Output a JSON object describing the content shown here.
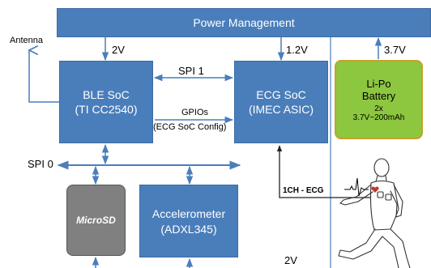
{
  "power": {
    "label": "Power Management"
  },
  "antenna": {
    "label": "Antenna"
  },
  "ble": {
    "line1": "BLE SoC",
    "line2": "(TI CC2540)"
  },
  "ecg": {
    "line1": "ECG SoC",
    "line2": "(IMEC ASIC)"
  },
  "battery": {
    "line1": "Li-Po",
    "line2": "Battery",
    "line3": "2x",
    "line4": "3.7V~200mAh"
  },
  "microsd": {
    "label": "MicroSD"
  },
  "accel": {
    "line1": "Accelerometer",
    "line2": "(ADXL345)"
  },
  "labels": {
    "v_ble": "2V",
    "v_ecg": "1.2V",
    "v_batt": "3.7V",
    "spi1": "SPI 1",
    "gpios_1": "GPIOs",
    "gpios_2": "(ECG SoC Config)",
    "spi0": "SPI 0",
    "ch_ecg": "1CH - ECG",
    "v_bottom": "2V"
  },
  "colors": {
    "block_blue": "#4a7ebb",
    "battery_green": "#8dc63f",
    "battery_border": "#c5a22c",
    "microsd_gray": "#808080",
    "divider": "#4a7ebb"
  }
}
